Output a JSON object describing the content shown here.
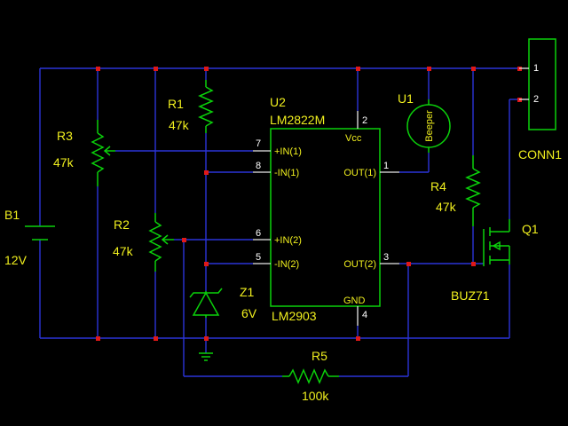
{
  "b1": {
    "ref": "B1",
    "value": "12V"
  },
  "r1": {
    "ref": "R1",
    "value": "47k"
  },
  "r2": {
    "ref": "R2",
    "value": "47k"
  },
  "r3": {
    "ref": "R3",
    "value": "47k"
  },
  "r4": {
    "ref": "R4",
    "value": "47k"
  },
  "r5": {
    "ref": "R5",
    "value": "100k"
  },
  "z1": {
    "ref": "Z1",
    "value": "6V"
  },
  "q1": {
    "ref": "Q1",
    "value": "BUZ71"
  },
  "u1": {
    "ref": "U1",
    "body": "Beeper"
  },
  "u2": {
    "ref": "U2",
    "part_top": "LM2822M",
    "part_bottom": "LM2903",
    "vcc_label": "Vcc",
    "gnd_label": "GND",
    "pin_labels": {
      "in1_plus": "+IN(1)",
      "in1_minus": "-IN(1)",
      "in2_plus": "+IN(2)",
      "in2_minus": "-IN(2)",
      "out1": "OUT(1)",
      "out2": "OUT(2)"
    },
    "pin_numbers": {
      "p7": "7",
      "p8": "8",
      "p6": "6",
      "p5": "5",
      "p1": "1",
      "p3": "3",
      "p2": "2",
      "p4": "4"
    }
  },
  "conn1": {
    "ref": "CONN1",
    "pin1": "1",
    "pin2": "2"
  }
}
